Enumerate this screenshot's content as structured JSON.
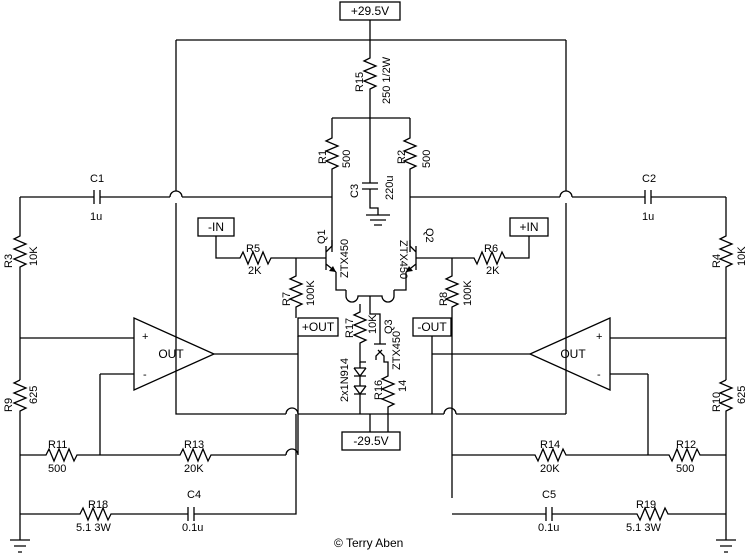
{
  "rails": {
    "pos": "+29.5V",
    "neg": "-29.5V"
  },
  "ports": {
    "in_neg": "-IN",
    "in_pos": "+IN",
    "out_pos": "+OUT",
    "out_neg": "-OUT"
  },
  "opamp_label": "OUT",
  "opamp_plus": "+",
  "opamp_minus": "-",
  "components": {
    "R15": "R15",
    "R15v": "250  1/2W",
    "R1": "R1",
    "R1v": "500",
    "R2": "R2",
    "R2v": "500",
    "C3": "C3",
    "C3v": "220u",
    "C1": "C1",
    "C1v": "1u",
    "C2": "C2",
    "C2v": "1u",
    "R3": "R3",
    "R3v": "10K",
    "R4": "R4",
    "R4v": "10K",
    "R5": "R5",
    "R5v": "2K",
    "R6": "R6",
    "R6v": "2K",
    "R7": "R7",
    "R7v": "100K",
    "R8": "R8",
    "R8v": "100K",
    "Q1": "Q1",
    "Q1v": "ZTX450",
    "Q2": "Q2",
    "Q2v": "ZTX450",
    "Q3": "Q3",
    "Q3v": "ZTX450",
    "R17": "R17",
    "R17v": "10K",
    "R16": "R16",
    "R16v": "14",
    "D": "2x1N914",
    "R9": "R9",
    "R9v": "625",
    "R10": "R10",
    "R10v": "625",
    "R11": "R11",
    "R11v": "500",
    "R12": "R12",
    "R12v": "500",
    "R13": "R13",
    "R13v": "20K",
    "R14": "R14",
    "R14v": "20K",
    "R18": "R18",
    "R18v": "5.1  3W",
    "R19": "R19",
    "R19v": "5.1  3W",
    "C4": "C4",
    "C4v": "0.1u",
    "C5": "C5",
    "C5v": "0.1u"
  },
  "copyright": "© Terry Aben"
}
